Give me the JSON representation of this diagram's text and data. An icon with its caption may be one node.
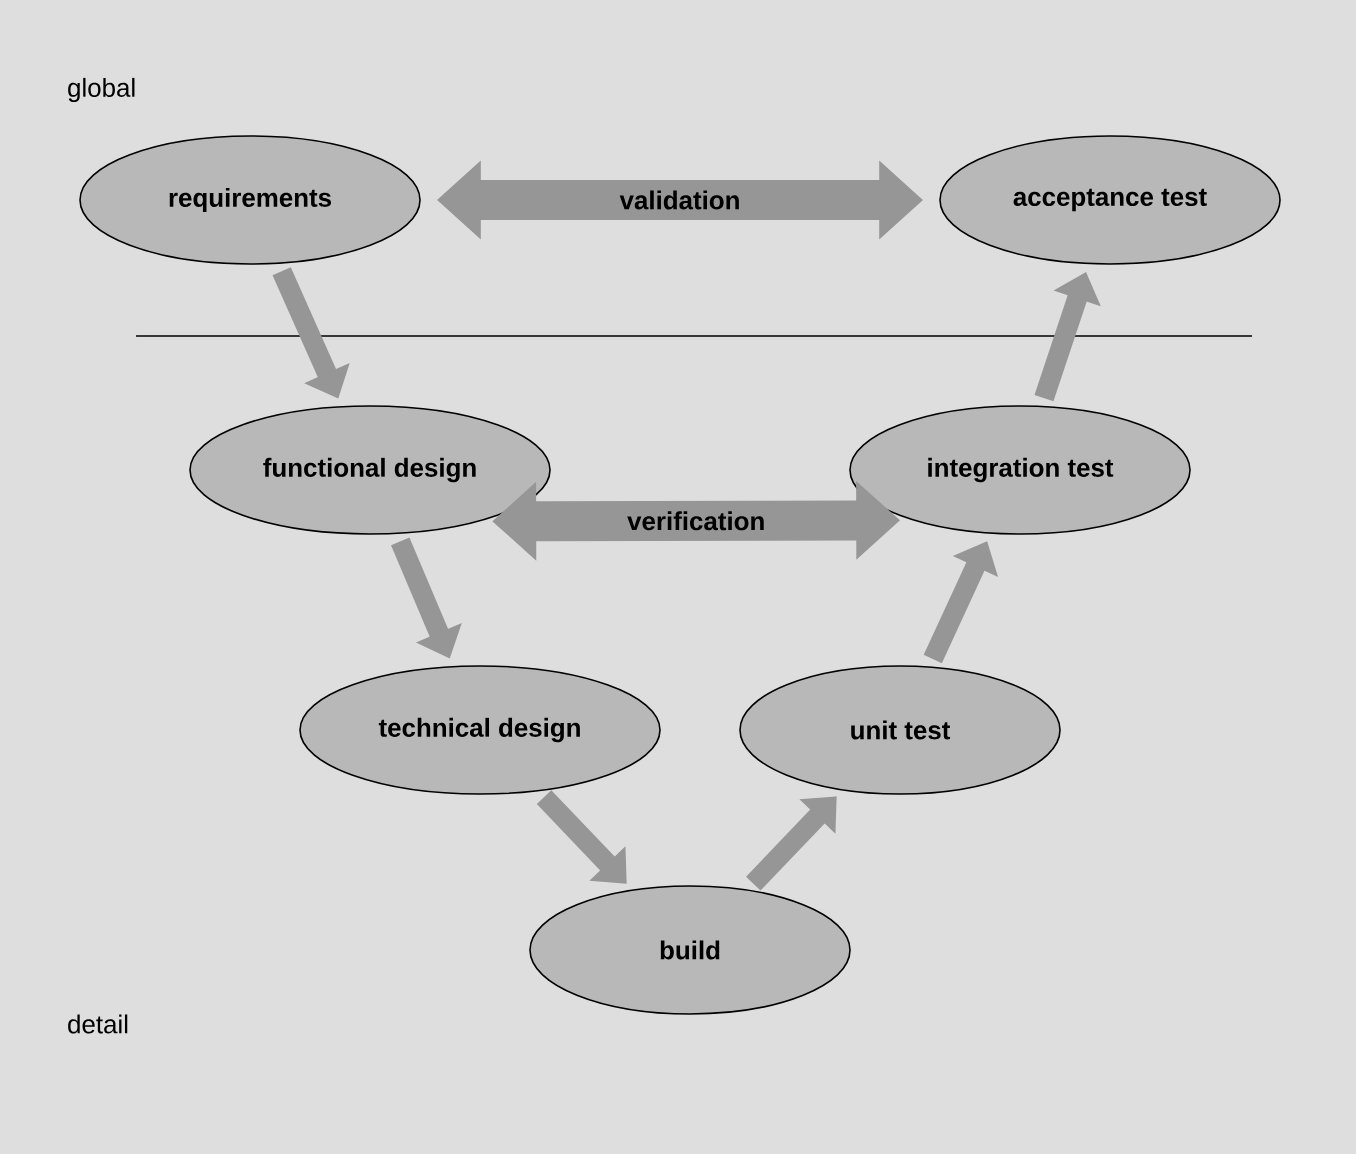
{
  "diagram": {
    "nodes": [
      {
        "text": [
          "requirements"
        ]
      },
      {
        "text": [
          "acceptance test"
        ]
      },
      {
        "text": [
          "functional design"
        ]
      },
      {
        "text": [
          "integration test"
        ]
      },
      {
        "text": [
          "technical design"
        ]
      },
      {
        "text": [
          "unit test"
        ]
      },
      {
        "text": [
          "build"
        ]
      }
    ],
    "edges": [
      {
        "from": 0,
        "to": 1,
        "arrow": "both",
        "label": "validation",
        "style": "thick"
      },
      {
        "from": 0,
        "to": 2,
        "arrow": "to"
      },
      {
        "from": 2,
        "to": 3,
        "arrow": "both",
        "label": "verification",
        "style": "thick"
      },
      {
        "from": 2,
        "to": 4,
        "arrow": "to"
      },
      {
        "from": 4,
        "to": 6,
        "arrow": "to"
      },
      {
        "from": 6,
        "to": 5,
        "arrow": "to"
      },
      {
        "from": 5,
        "to": 3,
        "arrow": "to"
      },
      {
        "from": 3,
        "to": 1,
        "arrow": "to"
      }
    ],
    "labels": [
      "global",
      "detail"
    ]
  }
}
